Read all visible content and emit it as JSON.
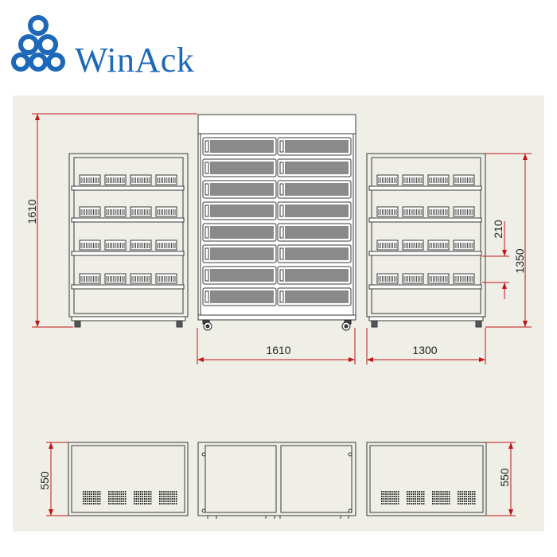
{
  "brand": {
    "name": "WinAck",
    "color": "#1d68b8"
  },
  "colors": {
    "sheet_background": "#efefe7",
    "line": "#3a3a3a",
    "dimension": "#c21414"
  },
  "dimensions": {
    "left_height": "1610",
    "middle_width": "1610",
    "right_width": "1300",
    "shelf_spacing": "210",
    "right_height": "1350",
    "bottom_left_height": "550",
    "bottom_right_height": "550"
  }
}
